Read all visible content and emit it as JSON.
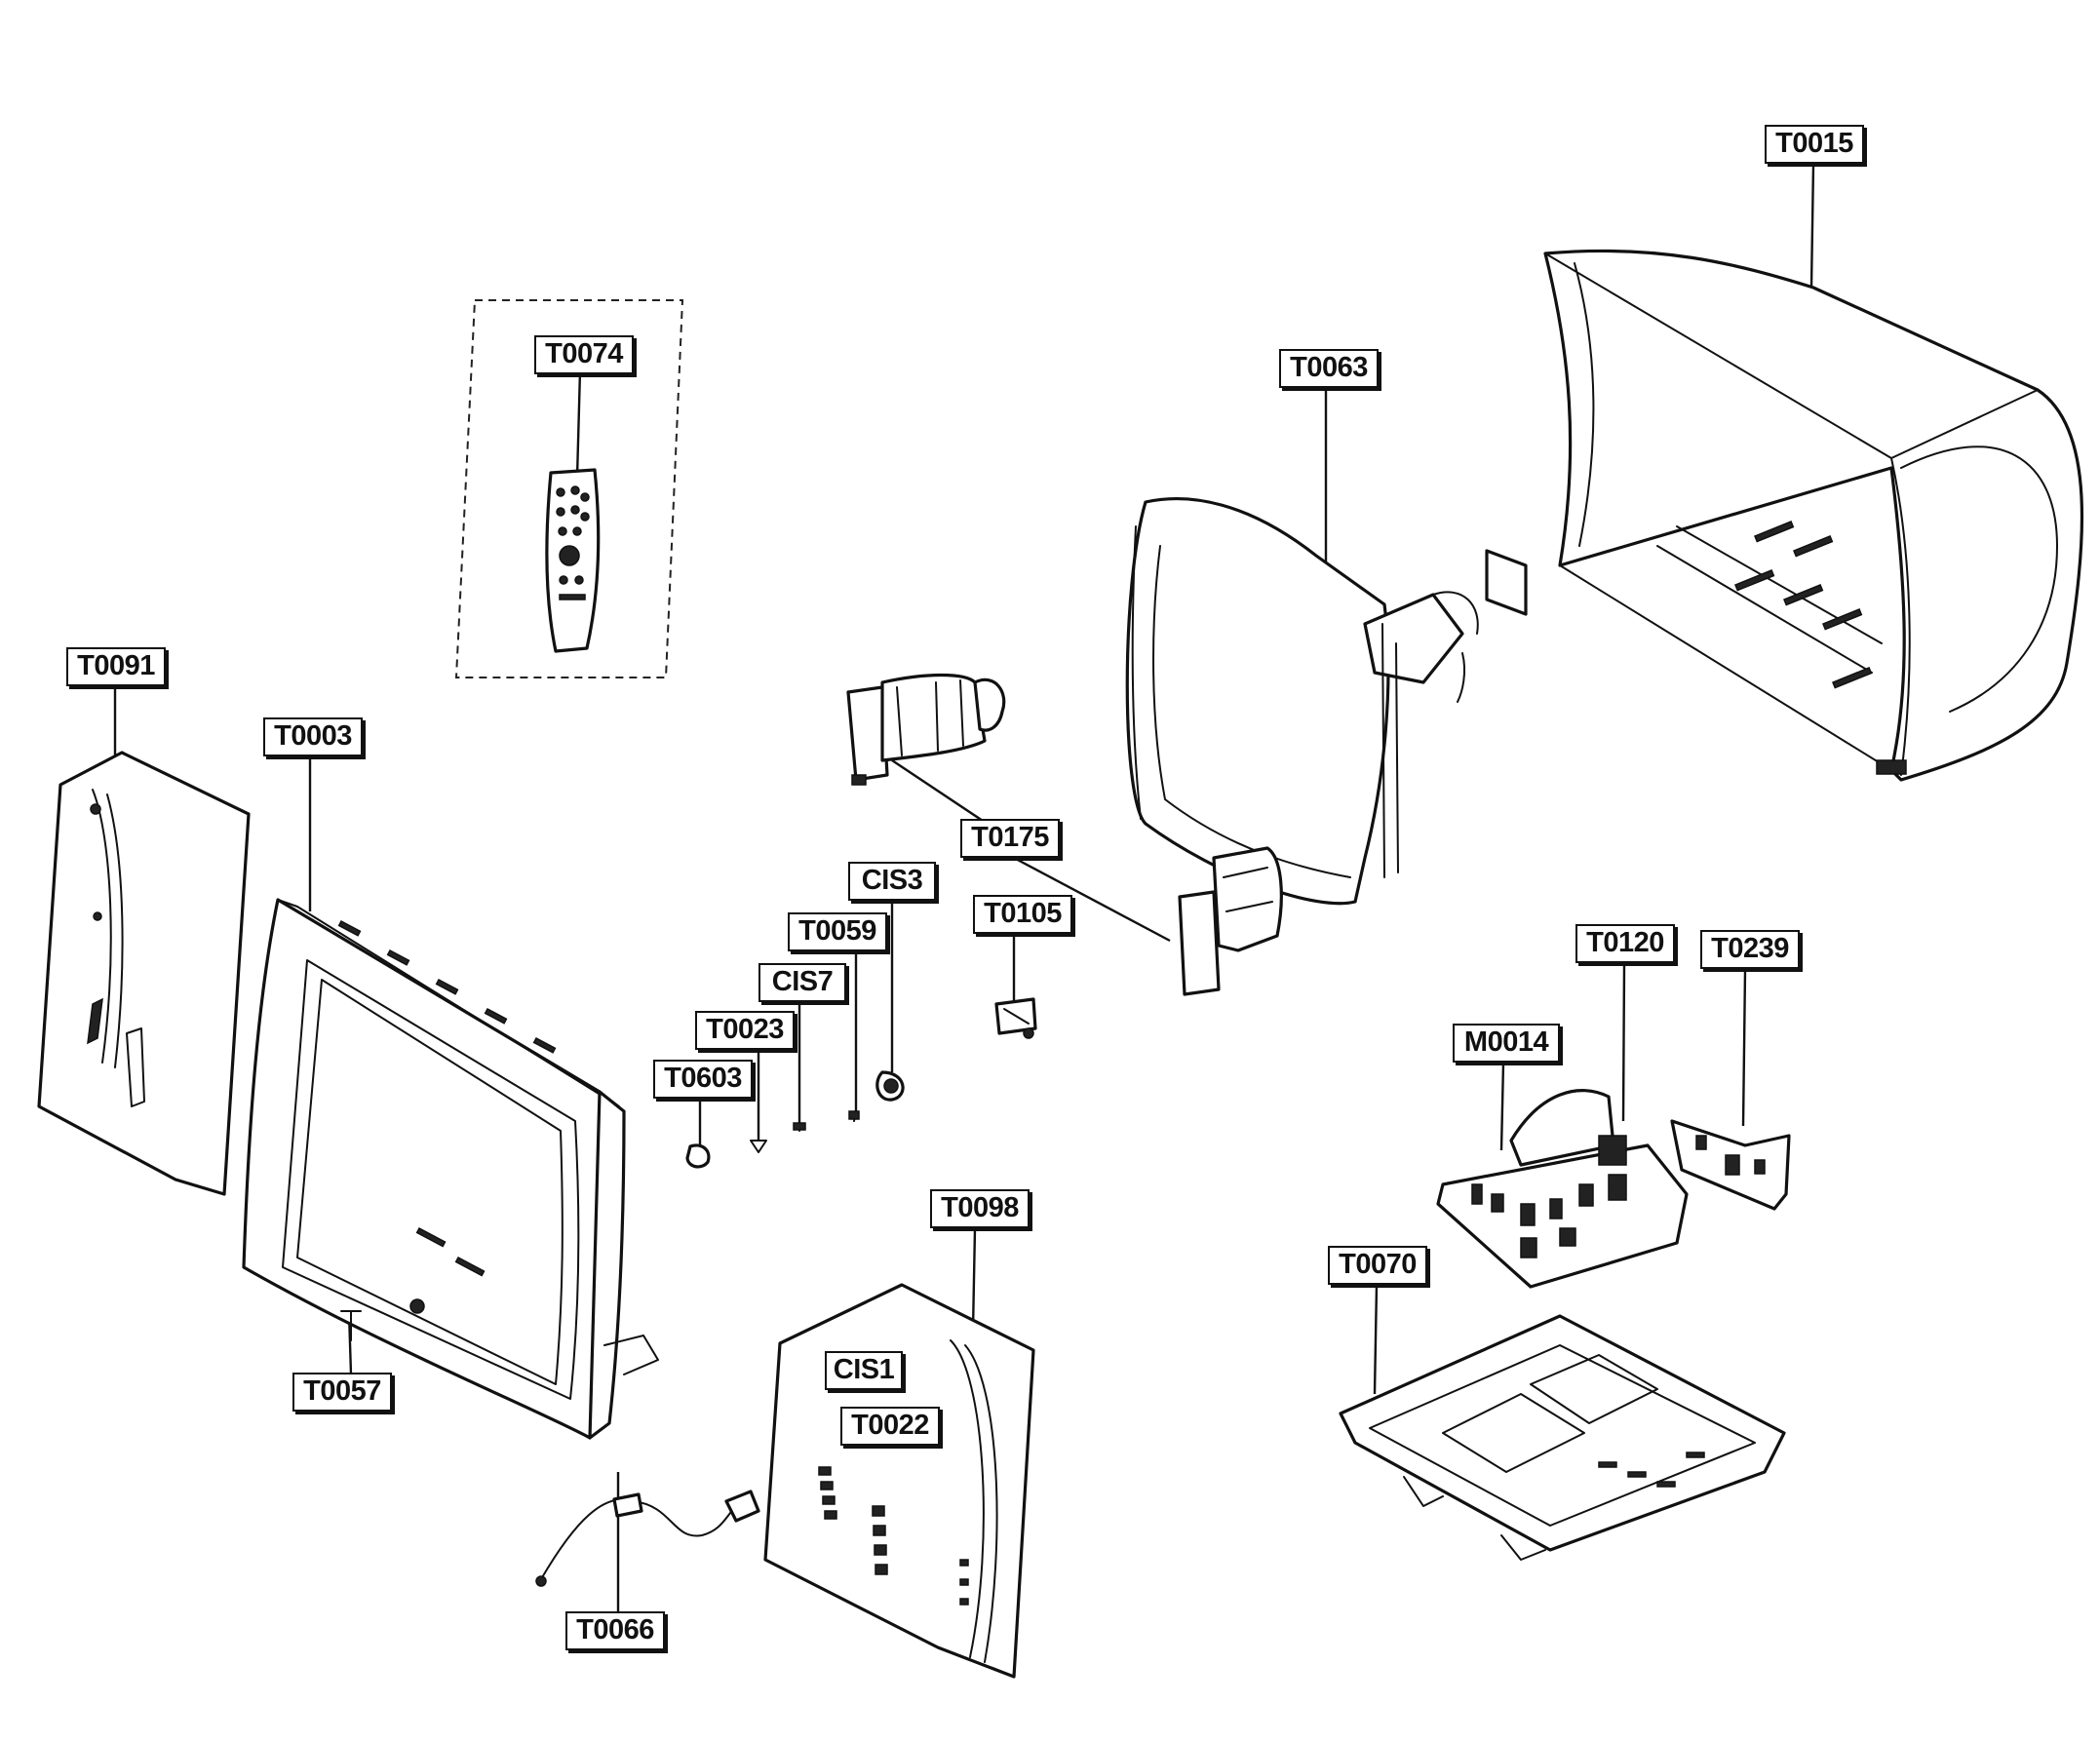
{
  "diagram": {
    "callouts": {
      "t0015": "T0015",
      "t0074": "T0074",
      "t0063": "T0063",
      "t0091": "T0091",
      "t0003": "T0003",
      "t0175": "T0175",
      "cis3": "CIS3",
      "t0105": "T0105",
      "t0059": "T0059",
      "cis7": "CIS7",
      "t0023": "T0023",
      "t0603": "T0603",
      "t0120": "T0120",
      "t0239": "T0239",
      "m0014": "M0014",
      "t0098": "T0098",
      "t0070": "T0070",
      "cis1": "CIS1",
      "t0022": "T0022",
      "t0057": "T0057",
      "t0066": "T0066"
    }
  }
}
